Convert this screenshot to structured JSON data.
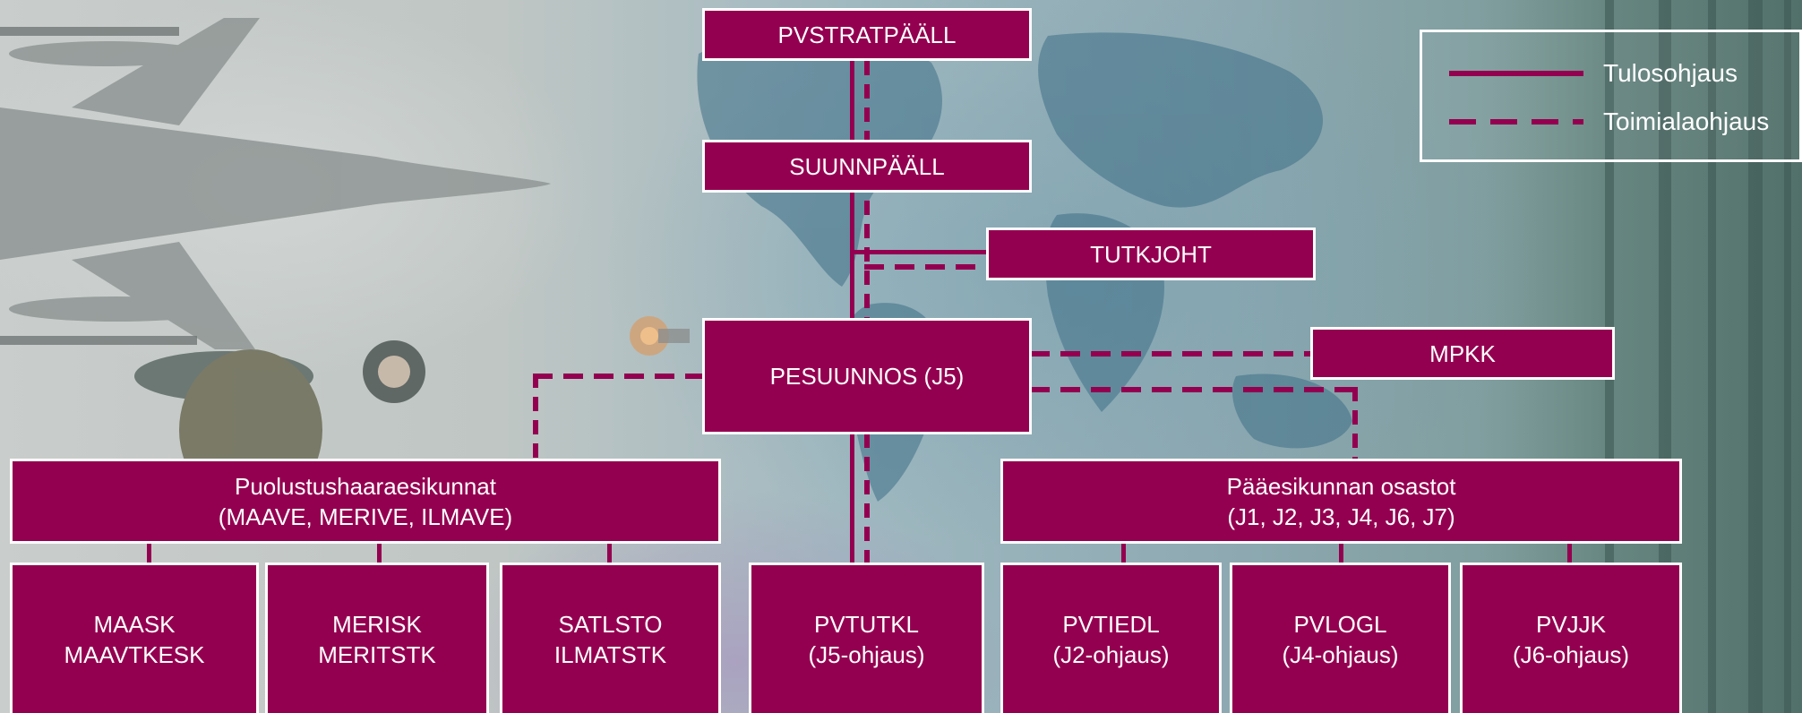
{
  "colors": {
    "box_fill": "#940050",
    "box_border": "#ffffff",
    "connector": "#940050"
  },
  "legend": {
    "solid_label": "Tulosohjaus",
    "dashed_label": "Toimialaohjaus"
  },
  "nodes": {
    "pvstratpaall": {
      "line1": "PVSTRATPÄÄLL"
    },
    "suunnpaall": {
      "line1": "SUUNNPÄÄLL"
    },
    "tutkjoht": {
      "line1": "TUTKJOHT"
    },
    "pesuunnos": {
      "line1": "PESUUNNOS (J5)"
    },
    "mpkk": {
      "line1": "MPKK"
    },
    "puolustushaaraesikunnat": {
      "line1": "Puolustushaaraesikunnat",
      "line2": "(MAAVE, MERIVE, ILMAVE)"
    },
    "paaesikunnan_osastot": {
      "line1": "Pääesikunnan osastot",
      "line2": "(J1, J2, J3, J4, J6, J7)"
    },
    "maask": {
      "line1": "MAASK",
      "line2": "MAAVTKESK"
    },
    "merisk": {
      "line1": "MERISK",
      "line2": "MERITSTK"
    },
    "satlsto": {
      "line1": "SATLSTO",
      "line2": "ILMATSTK"
    },
    "pvtutkl": {
      "line1": "PVTUTKL",
      "line2": "(J5-ohjaus)"
    },
    "pvtiedl": {
      "line1": "PVTIEDL",
      "line2": "(J2-ohjaus)"
    },
    "pvlogl": {
      "line1": "PVLOGL",
      "line2": "(J4-ohjaus)"
    },
    "pvjjk": {
      "line1": "PVJJK",
      "line2": "(J6-ohjaus)"
    }
  },
  "background": {
    "imagery": [
      "fighter-jet-photo",
      "soldier-with-missile-launcher-photo",
      "world-map-photo",
      "forest-photo"
    ]
  }
}
